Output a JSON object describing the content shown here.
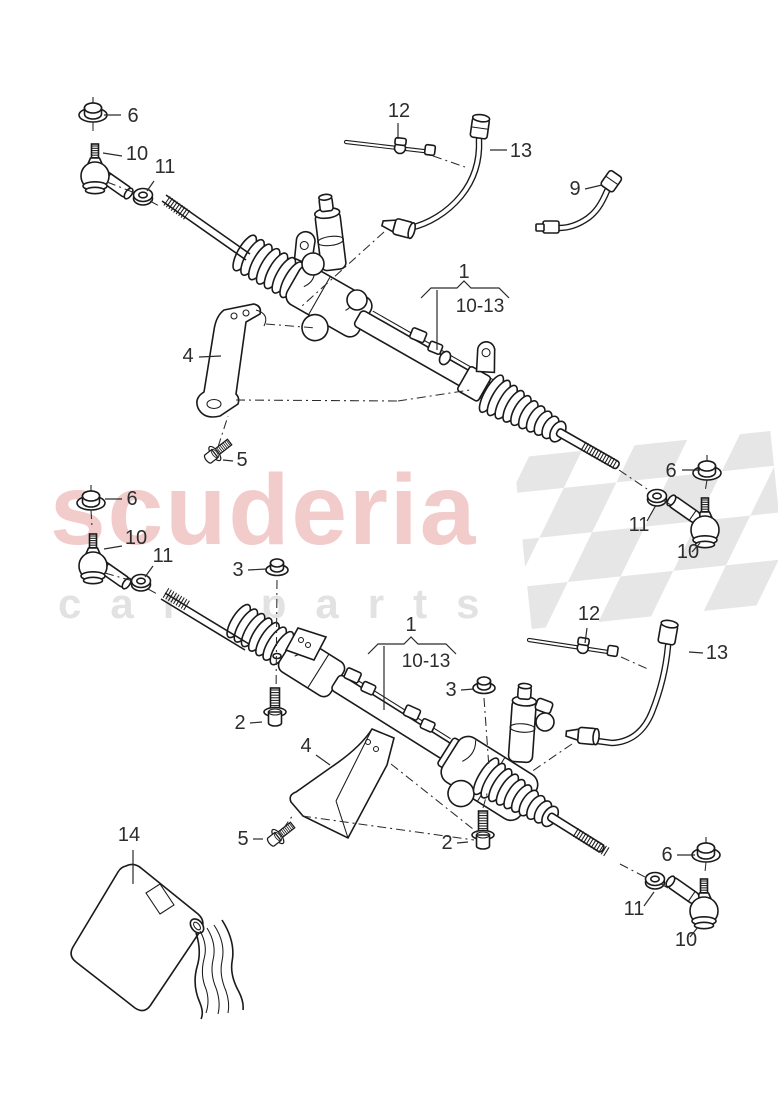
{
  "watermark": {
    "brand": "scuderia",
    "sub": "car parts",
    "brand_color": "#f2cbcb",
    "sub_color": "#e2e2e2",
    "flag_color": "#e6e6e6"
  },
  "labels": {
    "n1": "1",
    "n2": "2",
    "n3": "3",
    "n4": "4",
    "n5": "5",
    "n6": "6",
    "n9": "9",
    "n10": "10",
    "n11": "11",
    "n12": "12",
    "n13": "13",
    "n14": "14",
    "range_10_13": "10-13"
  },
  "parts_visible": [
    "1",
    "2",
    "3",
    "4",
    "5",
    "6",
    "9",
    "10",
    "10-13",
    "11",
    "12",
    "13",
    "14"
  ]
}
